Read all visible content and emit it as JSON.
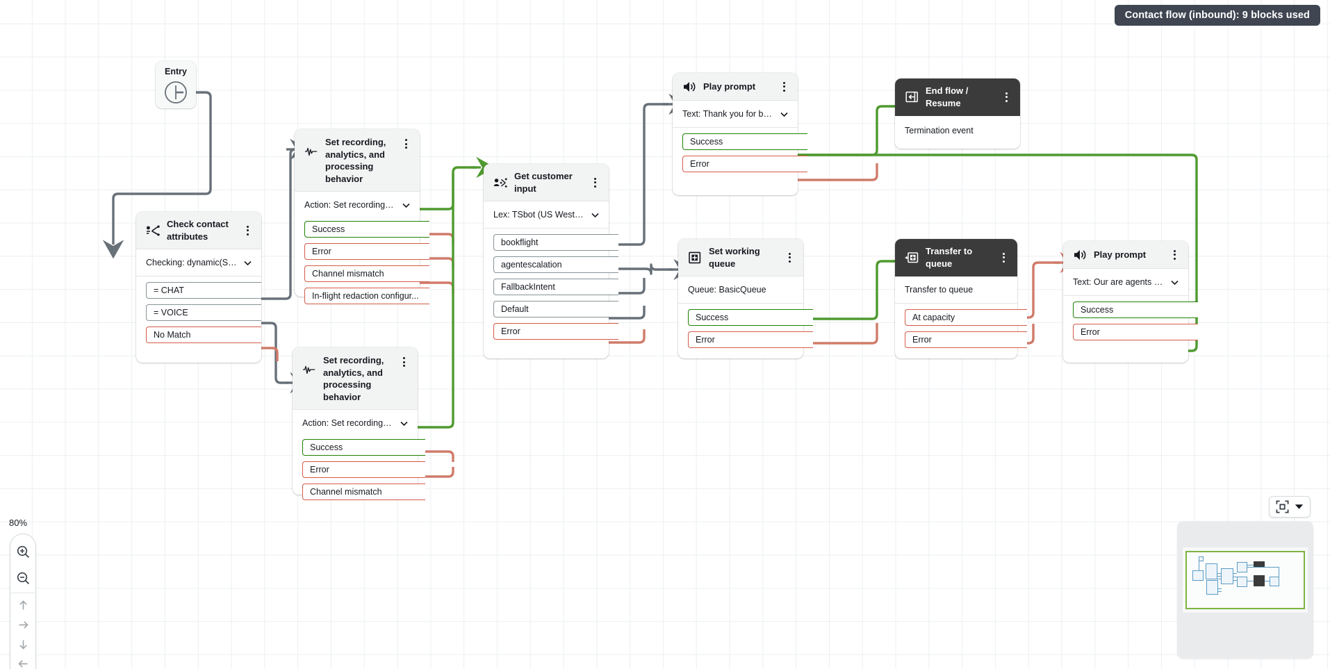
{
  "status": {
    "text": "Contact flow (inbound): 9 blocks used"
  },
  "zoom": {
    "level": "80%",
    "in_icon": "zoom-in-icon",
    "out_icon": "zoom-out-icon",
    "up_icon": "arrow-up-icon",
    "right_icon": "arrow-right-icon",
    "down_icon": "arrow-down-icon",
    "left_icon": "arrow-left-icon"
  },
  "minimap": {
    "fit_icon": "fit-to-screen-icon",
    "chevron_icon": "chevron-down-icon"
  },
  "entry": {
    "title": "Entry",
    "icon": "entry-point-icon"
  },
  "blocks": [
    {
      "id": "check-contact-attributes",
      "title": "Check contact attributes",
      "icon": "branch-icon",
      "subtitle": "Checking: dynamic(Syste...",
      "has_chevron": true,
      "ports": [
        {
          "label": "= CHAT",
          "type": "neutral"
        },
        {
          "label": "= VOICE",
          "type": "neutral"
        },
        {
          "label": "No Match",
          "type": "error"
        }
      ]
    },
    {
      "id": "set-recording-top",
      "title": "Set recording, analytics, and processing behavior",
      "icon": "waveform-icon",
      "subtitle": "Action: Set recording and...",
      "has_chevron": true,
      "ports": [
        {
          "label": "Success",
          "type": "success"
        },
        {
          "label": "Error",
          "type": "error"
        },
        {
          "label": "Channel mismatch",
          "type": "error"
        },
        {
          "label": "In-flight redaction configur...",
          "type": "error"
        }
      ]
    },
    {
      "id": "set-recording-bottom",
      "title": "Set recording, analytics, and processing behavior",
      "icon": "waveform-icon",
      "subtitle": "Action: Set recording and...",
      "has_chevron": true,
      "ports": [
        {
          "label": "Success",
          "type": "success"
        },
        {
          "label": "Error",
          "type": "error"
        },
        {
          "label": "Channel mismatch",
          "type": "error"
        }
      ]
    },
    {
      "id": "get-customer-input",
      "title": "Get customer input",
      "icon": "customer-input-icon",
      "subtitle": "Lex: TSbot (US West: Or...",
      "has_chevron": true,
      "ports": [
        {
          "label": "bookflight",
          "type": "neutral"
        },
        {
          "label": "agentescalation",
          "type": "neutral"
        },
        {
          "label": "FallbackIntent",
          "type": "neutral"
        },
        {
          "label": "Default",
          "type": "neutral"
        },
        {
          "label": "Error",
          "type": "error"
        }
      ]
    },
    {
      "id": "play-prompt-top",
      "title": "Play prompt",
      "icon": "speaker-icon",
      "subtitle": "Text: Thank you for boo...",
      "has_chevron": true,
      "ports": [
        {
          "label": "Success",
          "type": "success"
        },
        {
          "label": "Error",
          "type": "error"
        }
      ]
    },
    {
      "id": "end-flow-resume",
      "title": "End flow / Resume",
      "icon": "end-flow-icon",
      "dark": true,
      "subtitle": "Termination event",
      "has_chevron": false,
      "ports": []
    },
    {
      "id": "set-working-queue",
      "title": "Set working queue",
      "icon": "queue-add-icon",
      "subtitle": "Queue: BasicQueue",
      "has_chevron": false,
      "ports": [
        {
          "label": "Success",
          "type": "success"
        },
        {
          "label": "Error",
          "type": "error"
        }
      ]
    },
    {
      "id": "transfer-to-queue",
      "title": "Transfer to queue",
      "icon": "transfer-queue-icon",
      "dark": true,
      "subtitle": "Transfer to queue",
      "has_chevron": false,
      "ports": [
        {
          "label": "At capacity",
          "type": "error"
        },
        {
          "label": "Error",
          "type": "error"
        }
      ]
    },
    {
      "id": "play-prompt-right",
      "title": "Play prompt",
      "icon": "speaker-icon",
      "subtitle": "Text: Our are agents are...",
      "has_chevron": true,
      "ports": [
        {
          "label": "Success",
          "type": "success"
        },
        {
          "label": "Error",
          "type": "error"
        }
      ]
    }
  ],
  "colors": {
    "success": "#1d8102",
    "error": "#d45b47",
    "neutral": "#687078",
    "dark_header": "#3b3b3b",
    "status_bg": "#3f4652"
  }
}
